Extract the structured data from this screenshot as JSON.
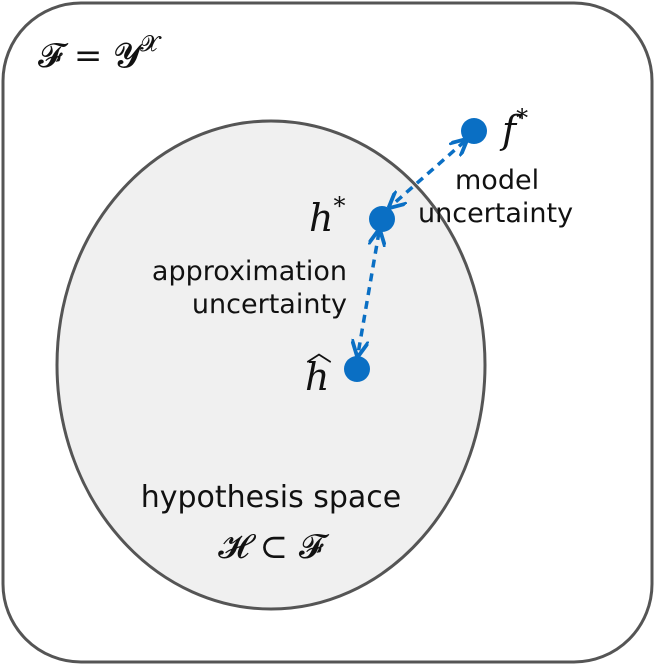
{
  "diagram": {
    "outer_label": "𝓕 = 𝓨",
    "outer_label_sup": "𝓧",
    "points": {
      "f_star": {
        "base": "f",
        "sup": "*"
      },
      "h_star": {
        "base": "h",
        "sup": "*"
      },
      "h_hat": {
        "base": "h",
        "accent": "︿"
      }
    },
    "labels": {
      "model_uncertainty_line1": "model",
      "model_uncertainty_line2": "uncertainty",
      "approx_uncertainty_line1": "approximation",
      "approx_uncertainty_line2": "uncertainty",
      "hypothesis_space_line1": "hypothesis space",
      "hypothesis_space_line2": "𝓗 ⊂ 𝓕"
    },
    "colors": {
      "point": "#0a6fc4",
      "arrow": "#0a6fc4",
      "outer_border": "#555555",
      "ellipse_fill": "#f0f0f0",
      "ellipse_border": "#555555"
    }
  }
}
